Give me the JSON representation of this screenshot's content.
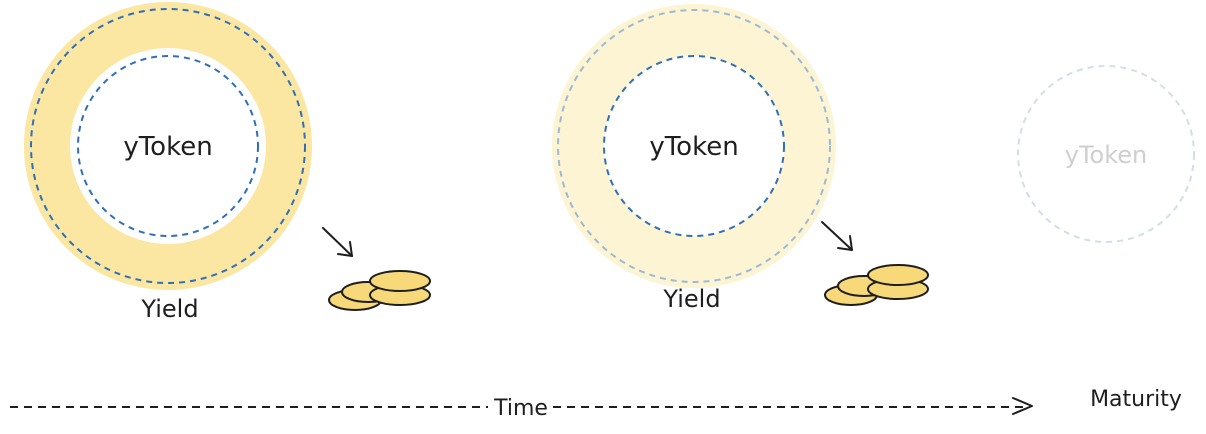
{
  "stages": [
    {
      "token_label": "yToken",
      "yield_label": "Yield",
      "yield_level": "full"
    },
    {
      "token_label": "yToken",
      "yield_label": "Yield",
      "yield_level": "partial"
    },
    {
      "token_label": "yToken",
      "yield_label": "",
      "yield_level": "none"
    }
  ],
  "timeline": {
    "label": "Time",
    "end_label": "Maturity"
  },
  "colors": {
    "yield_full": "#fbe6a2",
    "yield_partial": "#fdf4d3",
    "coin_fill": "#f7d97a",
    "dash_blue": "#2f6fba",
    "dash_faded": "#9bbad6",
    "ink": "#1e1e1e",
    "faded_text": "#cfcfcf"
  }
}
